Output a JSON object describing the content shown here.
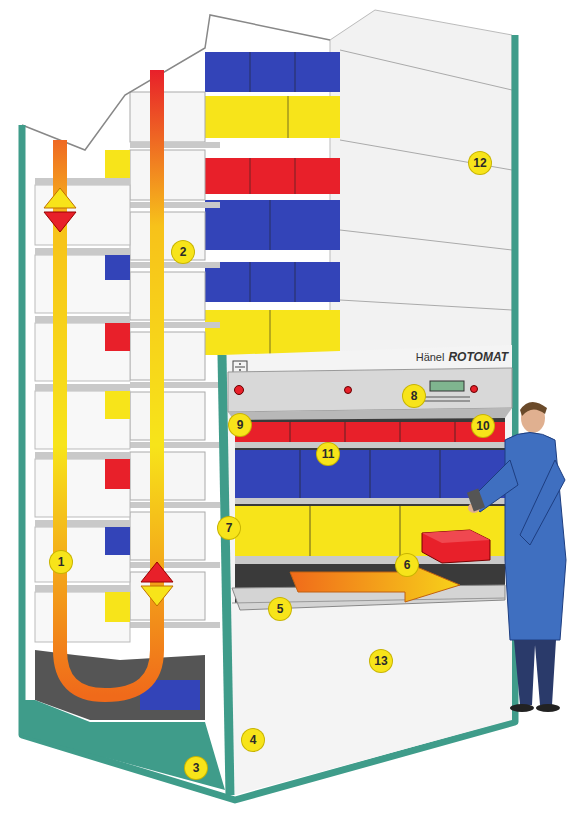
{
  "diagram": {
    "nodes": [
      {
        "text": [
          "12"
        ]
      },
      {
        "text": [
          "2"
        ]
      },
      {
        "text": [
          "8"
        ]
      },
      {
        "text": [
          "9"
        ]
      },
      {
        "text": [
          "10"
        ]
      },
      {
        "text": [
          "11"
        ]
      },
      {
        "text": [
          "7"
        ]
      },
      {
        "text": [
          "6"
        ]
      },
      {
        "text": [
          "1"
        ]
      },
      {
        "text": [
          "5"
        ]
      },
      {
        "text": [
          "13"
        ]
      },
      {
        "text": [
          "4"
        ]
      },
      {
        "text": [
          "3"
        ]
      }
    ],
    "labels": [
      "Hänel",
      "ROTOMAT"
    ]
  }
}
